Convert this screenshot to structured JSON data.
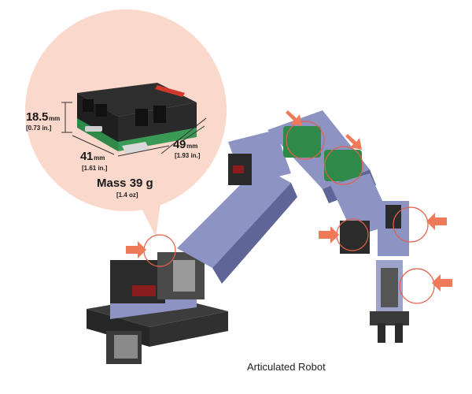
{
  "dimensions": {
    "height": {
      "value": "18.5",
      "unit": "mm",
      "imperial": "[0.73 in.]"
    },
    "width": {
      "value": "41",
      "unit": "mm",
      "imperial": "[1.61 in.]"
    },
    "depth": {
      "value": "49",
      "unit": "mm",
      "imperial": "[1.93 in.]"
    }
  },
  "mass": {
    "label": "Mass 39 g",
    "imperial": "[1.4 oz]"
  },
  "caption": "Articulated Robot",
  "colors": {
    "bubble": "#fad8cb",
    "arm": "#8d93c2",
    "arm_dark": "#5f6596",
    "motor": "#3a3a3a",
    "callout": "#e2604a",
    "arrow": "#ef7a5a",
    "board": "#2f8a4a"
  }
}
